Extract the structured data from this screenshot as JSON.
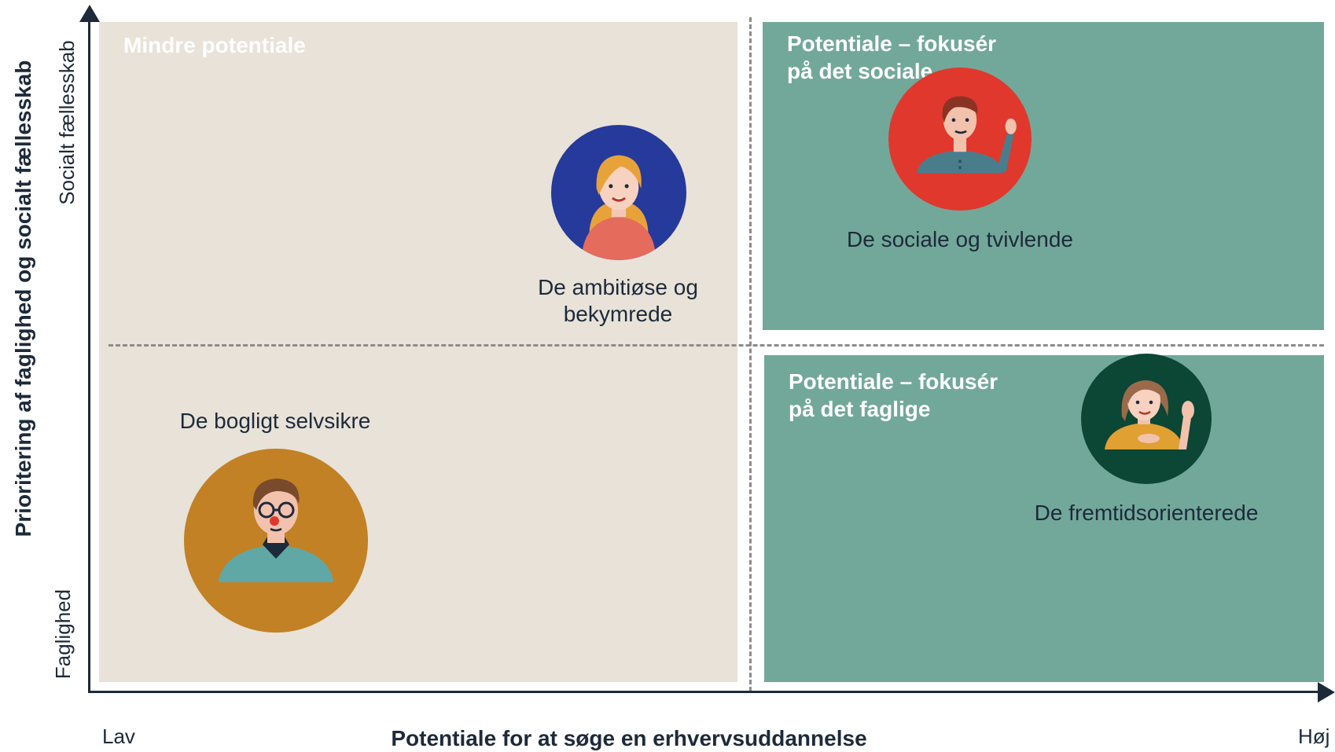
{
  "quadrants": {
    "top_left": {
      "title": "Mindre potentiale"
    },
    "top_right": {
      "title": "Potentiale – fokusér\npå det sociale"
    },
    "bottom_right": {
      "title": "Potentiale – fokusér\npå det faglige"
    }
  },
  "personas": [
    {
      "label": "De ambitiøse og\nbekymrede",
      "circle_color": "#253a9a",
      "icon": "woman-blonde-avatar-icon"
    },
    {
      "label": "De sociale og tvivlende",
      "circle_color": "#e0382d",
      "icon": "man-waving-avatar-icon"
    },
    {
      "label": "De bogligt selvsikre",
      "circle_color": "#c28124",
      "icon": "man-glasses-avatar-icon"
    },
    {
      "label": "De fremtidsorienterede",
      "circle_color": "#0c4634",
      "icon": "woman-brown-hair-avatar-icon"
    }
  ],
  "axes": {
    "x_title": "Potentiale for at søge en erhvervsuddannelse",
    "x_low": "Lav",
    "x_high": "Høj",
    "y_title": "Prioritering af faglighed og socialt fællesskab",
    "y_low": "Faglighed",
    "y_high": "Socialt fællesskab"
  },
  "colors": {
    "beige": "#e8e2d8",
    "green": "#72a89a",
    "axis": "#1d2a3a"
  }
}
